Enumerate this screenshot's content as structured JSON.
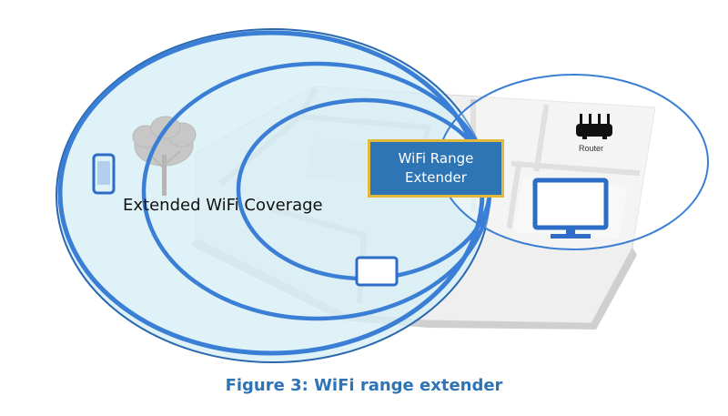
{
  "caption": "Figure 3: WiFi range extender",
  "coverage_label": "Extended WiFi Coverage",
  "extender": {
    "line1": "WiFi Range",
    "line2": "Extender"
  },
  "router_label": "Router",
  "colors": {
    "caption": "#2e74b5",
    "ring": "#3a7fd5",
    "extender_fill": "#2e75b6",
    "extender_border": "#e2b93b",
    "coverage_fill": "#d6eef5",
    "device_blue": "#2d6cc7"
  },
  "icons": [
    "smartphone-icon",
    "tree-icon",
    "tablet-icon",
    "monitor-icon",
    "router-icon"
  ]
}
